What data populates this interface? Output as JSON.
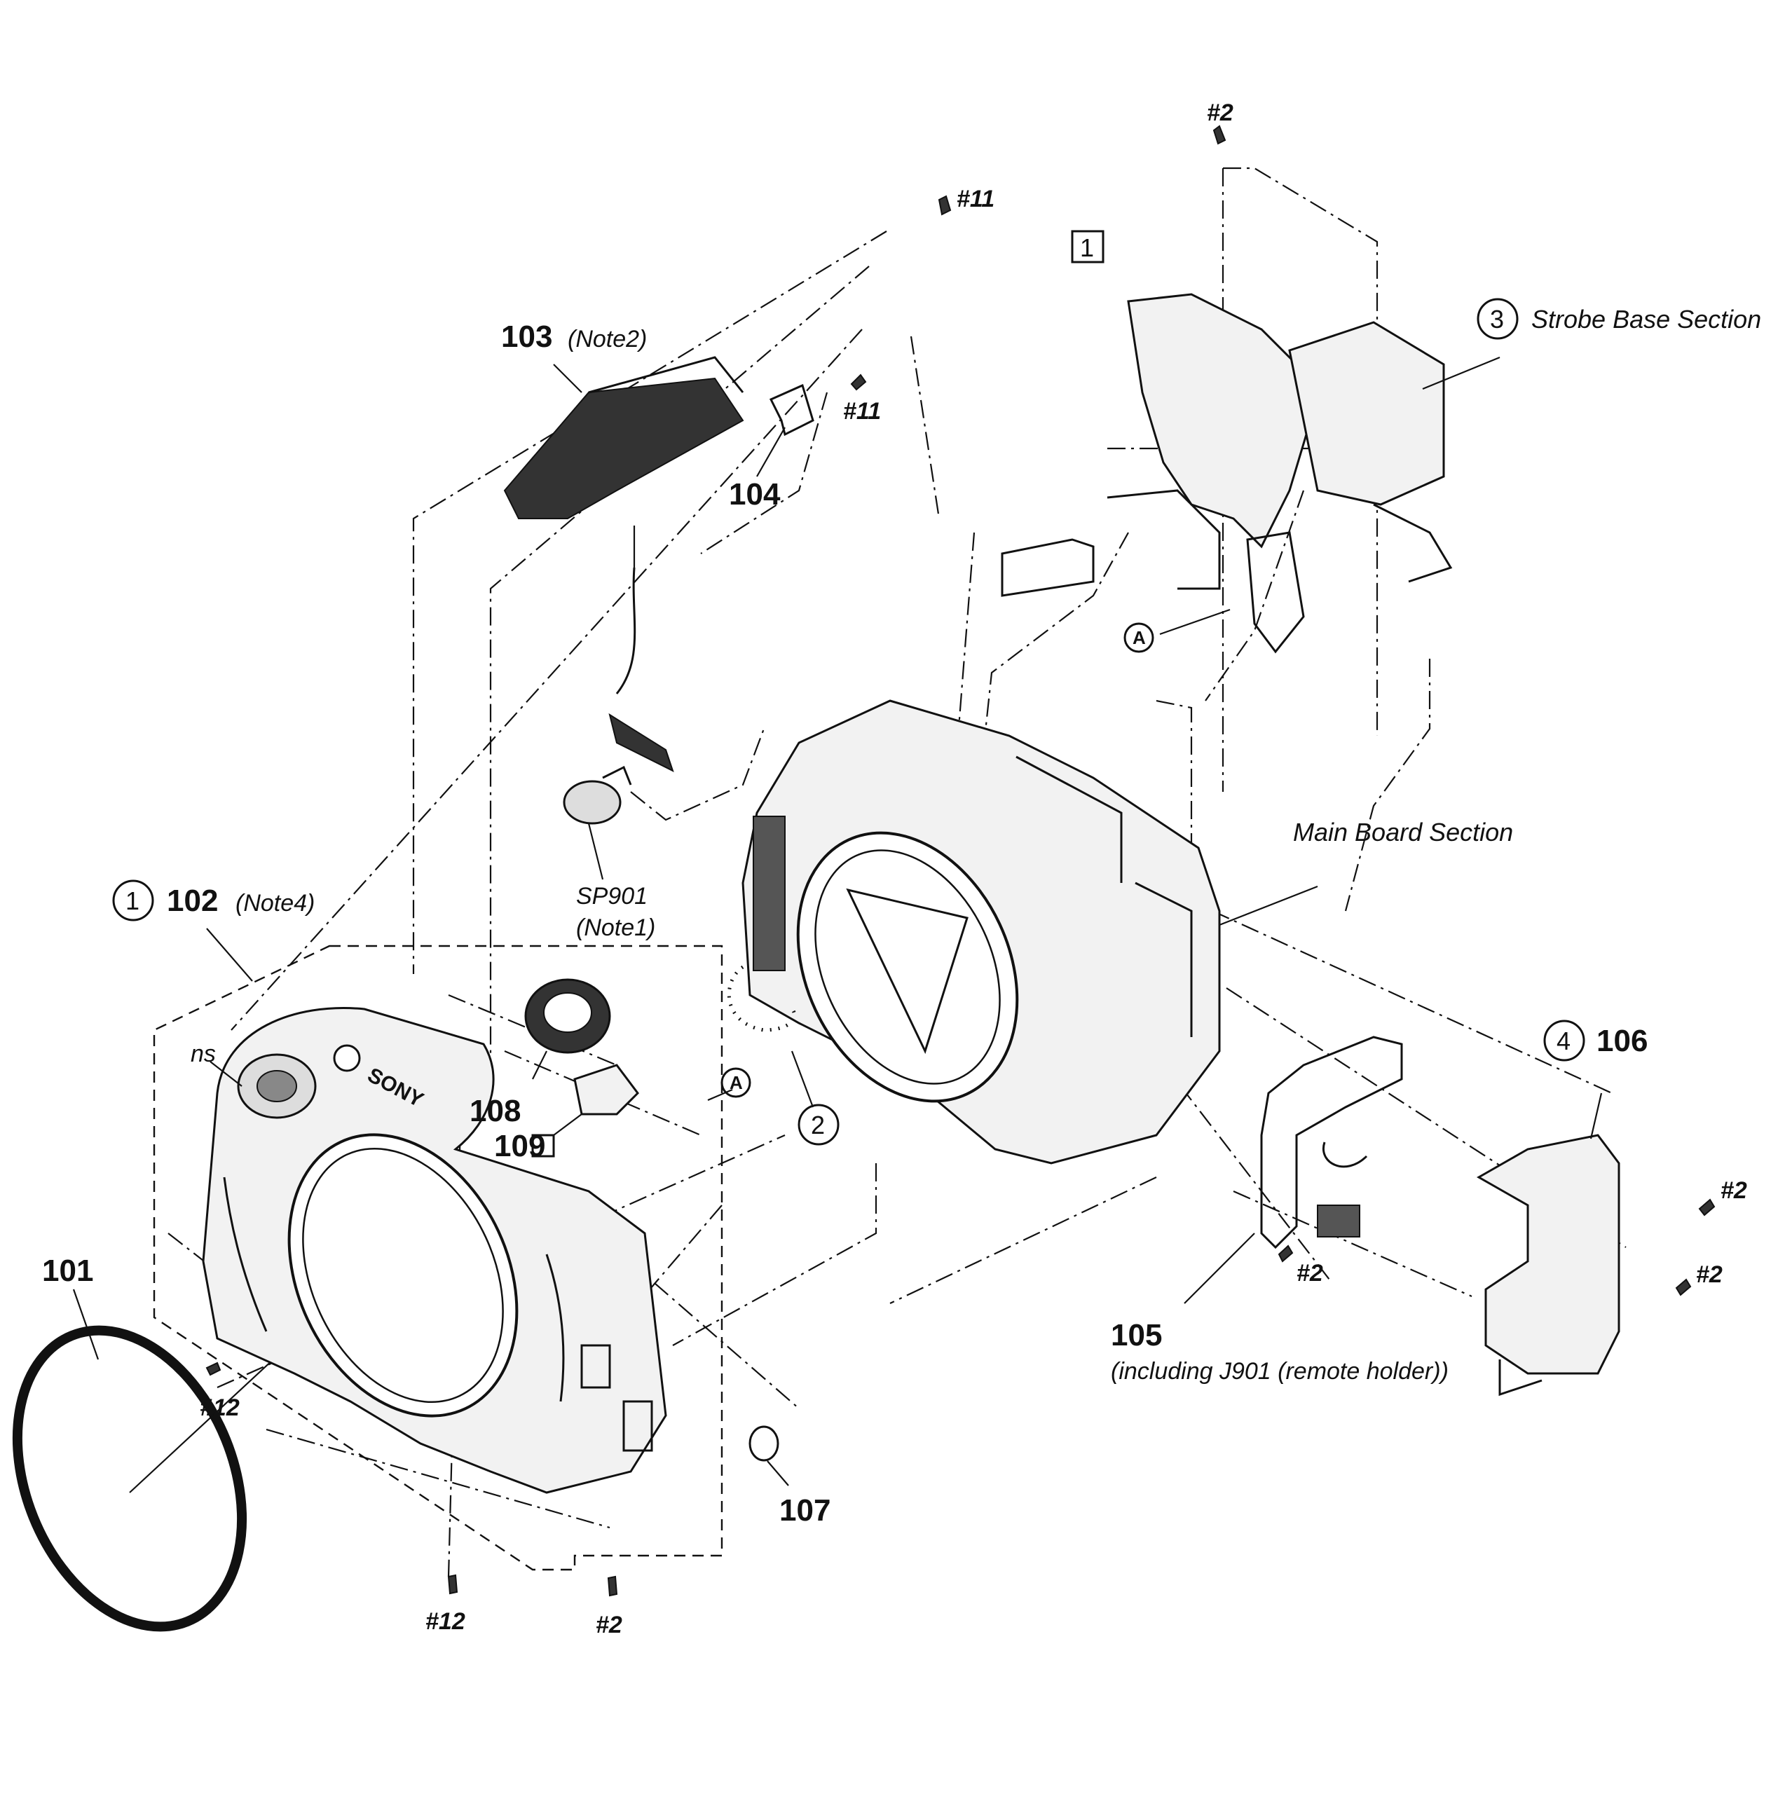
{
  "labels": {
    "p101": "101",
    "p102": "102",
    "note4": "(Note4)",
    "p103": "103",
    "note2": "(Note2)",
    "p104": "104",
    "p105": "105",
    "p105_desc": "(including J901 (remote holder))",
    "p106": "106",
    "p107": "107",
    "p108": "108",
    "p109": "109",
    "sp901": "SP901",
    "note1": "(Note1)",
    "ns": "ns",
    "sony": "SONY"
  },
  "screws": {
    "s11_top": "#11",
    "s11_mid": "#11",
    "s2_top": "#2",
    "s2_right_a": "#2",
    "s2_right_b": "#2",
    "s2_bracket": "#2",
    "s2_bottom": "#2",
    "s12_left": "#12",
    "s12_bottom": "#12"
  },
  "sections": {
    "strobe": "Strobe Base Section",
    "main_board": "Main Board Section"
  },
  "callouts": {
    "c1": "1",
    "c2": "2",
    "c3": "3",
    "c4": "4",
    "box1": "1",
    "a_top": "A",
    "a_mid": "A"
  }
}
